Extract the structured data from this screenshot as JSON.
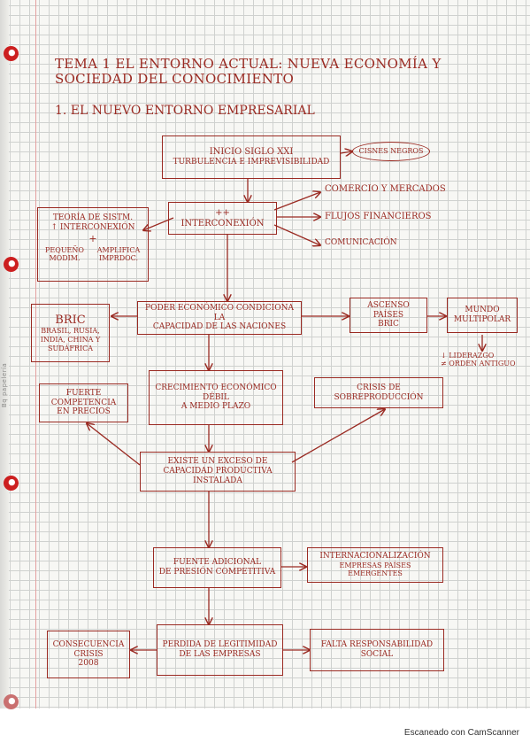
{
  "header": {
    "title": "TEMA 1 EL ENTORNO ACTUAL: NUEVA ECONOMÍA Y SOCIEDAD DEL CONOCIMIENTO",
    "section": "1. EL NUEVO ENTORNO EMPRESARIAL"
  },
  "nodes": {
    "inicio": {
      "line1": "INICIO SIGLO XXI",
      "line2": "TURBULENCIA E IMPREVISIBILIDAD"
    },
    "cisne": {
      "label": "CISNES NEGROS"
    },
    "inter": {
      "label": "++ INTERCONEXIÓN"
    },
    "comercio": {
      "label": "COMERCIO Y MERCADOS"
    },
    "flujos": {
      "label": "FLUJOS FINANCIEROS"
    },
    "comunicacion": {
      "label": "COMUNICACIÓN"
    },
    "teoria": {
      "line1": "TEORÍA DE SISTM.",
      "line2": "↑ INTERCONEXIÓN",
      "plus": "+",
      "left": "PEQUEÑO MODIM.",
      "right": "AMPLIFICA IMPRDOC."
    },
    "poder": {
      "line1": "PODER ECONÓMICO CONDICIONA LA",
      "line2": "CAPACIDAD DE LAS NACIONES"
    },
    "bric": {
      "title": "BRIC",
      "line1": "BRASIL, RUSIA,",
      "line2": "INDIA, CHINA Y",
      "line3": "SUDÁFRICA"
    },
    "ascenso": {
      "line1": "ASCENSO PAÍSES",
      "line2": "BRIC"
    },
    "mundo": {
      "line1": "MUNDO",
      "line2": "MULTIPOLAR"
    },
    "liderazgo": {
      "line1": "↓ LIDERAZGO",
      "line2": "≠ ORDEN ANTIGUO"
    },
    "crecimiento": {
      "line1": "CRECIMIENTO ECONÓMICO",
      "line2": "DÉBIL",
      "line3": "A MEDIO PLAZO"
    },
    "competencia": {
      "line1": "FUERTE COMPETENCIA",
      "line2": "EN PRECIOS"
    },
    "crisis_sobre": {
      "label": "CRISIS DE SOBREPRODUCCIÓN"
    },
    "exceso": {
      "line1": "EXISTE UN EXCESO DE",
      "line2": "CAPACIDAD PRODUCTIVA INSTALADA"
    },
    "fuente": {
      "line1": "FUENTE ADICIONAL",
      "line2": "DE PRESIÓN COMPETITIVA"
    },
    "internac": {
      "line1": "INTERNACIONALIZACIÓN",
      "line2": "EMPRESAS PAÍSES EMERGENTES"
    },
    "perdida": {
      "line1": "PERDIDA DE LEGITIMIDAD",
      "line2": "DE LAS EMPRESAS"
    },
    "consecuencia": {
      "line1": "CONSECUENCIA",
      "line2": "CRISIS",
      "line3": "2008"
    },
    "falta": {
      "line1": "FALTA RESPONSABILIDAD",
      "line2": "SOCIAL"
    }
  },
  "margin_stamp": "Bq papelería",
  "footer": {
    "scanner": "Escaneado con CamScanner"
  },
  "colors": {
    "ink": "#9a2a22",
    "grid": "#cfd1cf",
    "paper": "#f7f7f4",
    "hole": "#cc1f1f"
  }
}
